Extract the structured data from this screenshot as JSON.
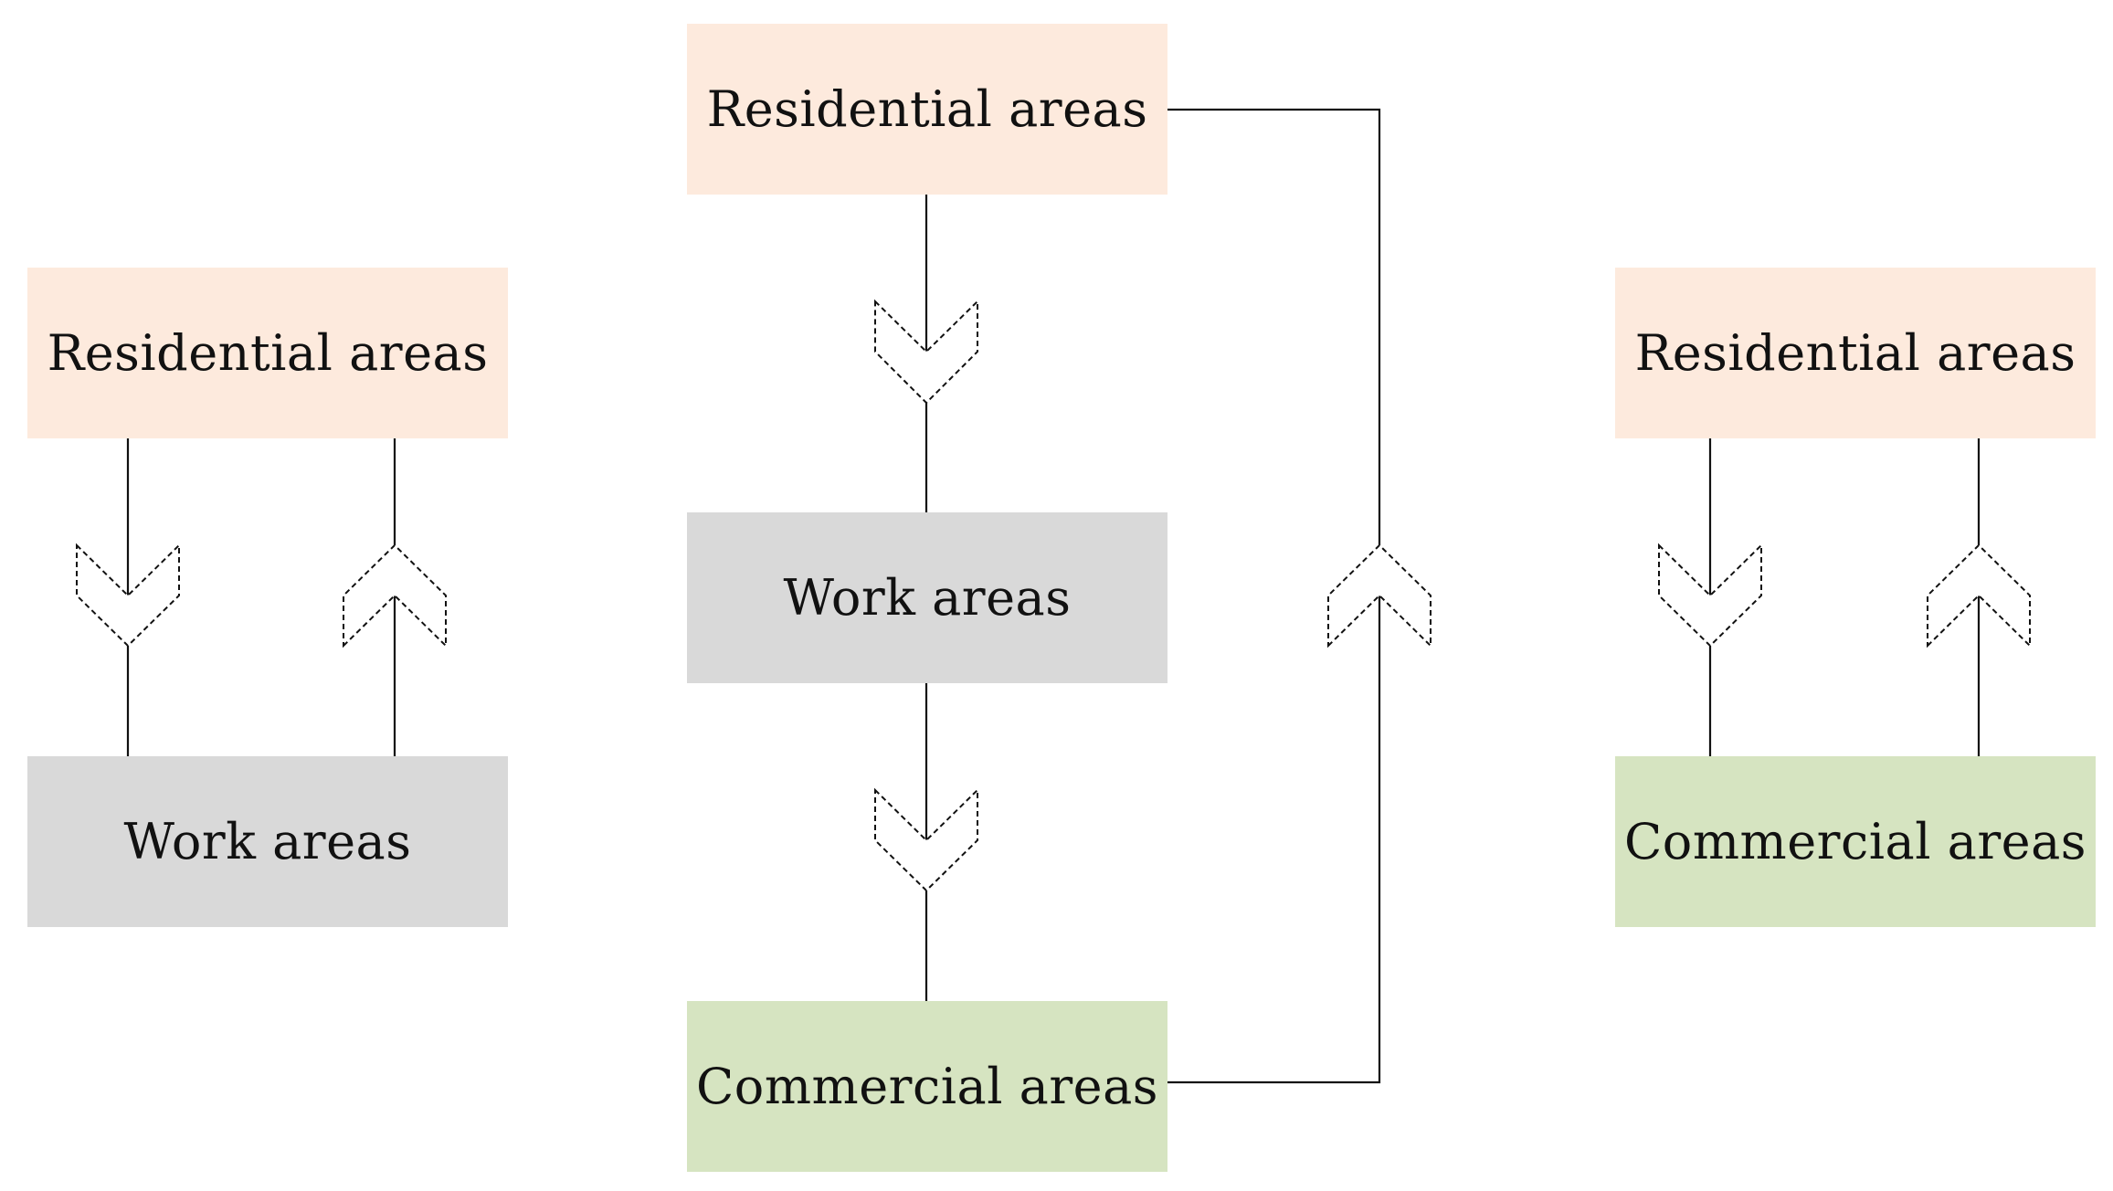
{
  "diagram": {
    "left_group": {
      "top_box": "Residential areas",
      "bottom_box": "Work areas"
    },
    "center_group": {
      "top_box": "Residential areas",
      "middle_box": "Work areas",
      "bottom_box": "Commercial areas"
    },
    "right_group": {
      "top_box": "Residential areas",
      "bottom_box": "Commercial areas"
    },
    "colors": {
      "residential": "#fdeadd",
      "work": "#d9d9d9",
      "commercial": "#d6e4c1",
      "line": "#111111"
    }
  }
}
